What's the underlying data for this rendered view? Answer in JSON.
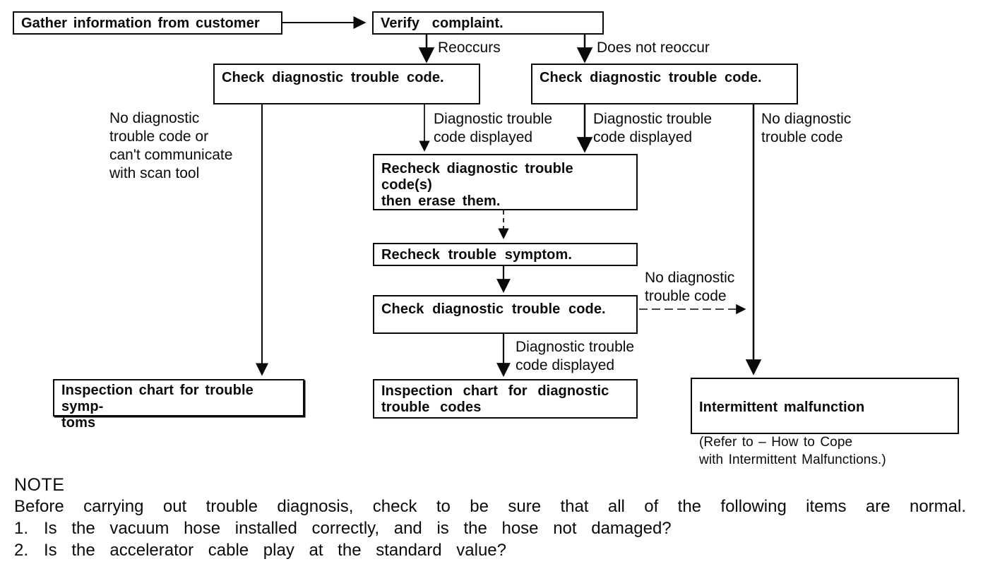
{
  "flowchart": {
    "nodes": {
      "gather": {
        "label": "Gather information from customer"
      },
      "verify": {
        "label": "Verify complaint."
      },
      "check_left": {
        "label": "Check diagnostic trouble code."
      },
      "check_right": {
        "label": "Check diagnostic trouble code."
      },
      "recheck_codes": {
        "label": "Recheck diagnostic trouble code(s)\nthen erase them."
      },
      "recheck_symptom": {
        "label": "Recheck trouble symptom."
      },
      "check_mid": {
        "label": "Check diagnostic trouble code."
      },
      "inspection_symptoms": {
        "label": "Inspection chart for trouble symp-\ntoms"
      },
      "inspection_codes": {
        "label": "Inspection chart for diagnostic\ntrouble codes"
      },
      "intermittent": {
        "title": "Intermittent malfunction",
        "ref": "(Refer to – How to Cope\nwith Intermittent Malfunctions.)"
      }
    },
    "edge_labels": {
      "reoccurs": "Reoccurs",
      "does_not_reoccur": "Does not reoccur",
      "dtc_displayed_left": "Diagnostic trouble\ncode displayed",
      "dtc_displayed_right": "Diagnostic trouble\ncode displayed",
      "no_dtc_top_right": "No diagnostic\ntrouble code",
      "no_dtc_left": "No diagnostic\ntrouble code or\ncan't communicate\nwith scan tool",
      "no_dtc_mid": "No diagnostic\ntrouble code",
      "dtc_displayed_bottom": "Diagnostic trouble\ncode displayed"
    }
  },
  "note": {
    "heading": "NOTE",
    "intro": "Before carrying out trouble diagnosis, check to be sure that all of the following items are normal.",
    "items": [
      {
        "num": "1.",
        "text": "Is the vacuum hose installed correctly, and is the hose not damaged?"
      },
      {
        "num": "2.",
        "text": "Is the accelerator cable play at the standard value?"
      }
    ]
  },
  "colors": {
    "ink": "#0a0a0a",
    "paper": "#ffffff"
  }
}
